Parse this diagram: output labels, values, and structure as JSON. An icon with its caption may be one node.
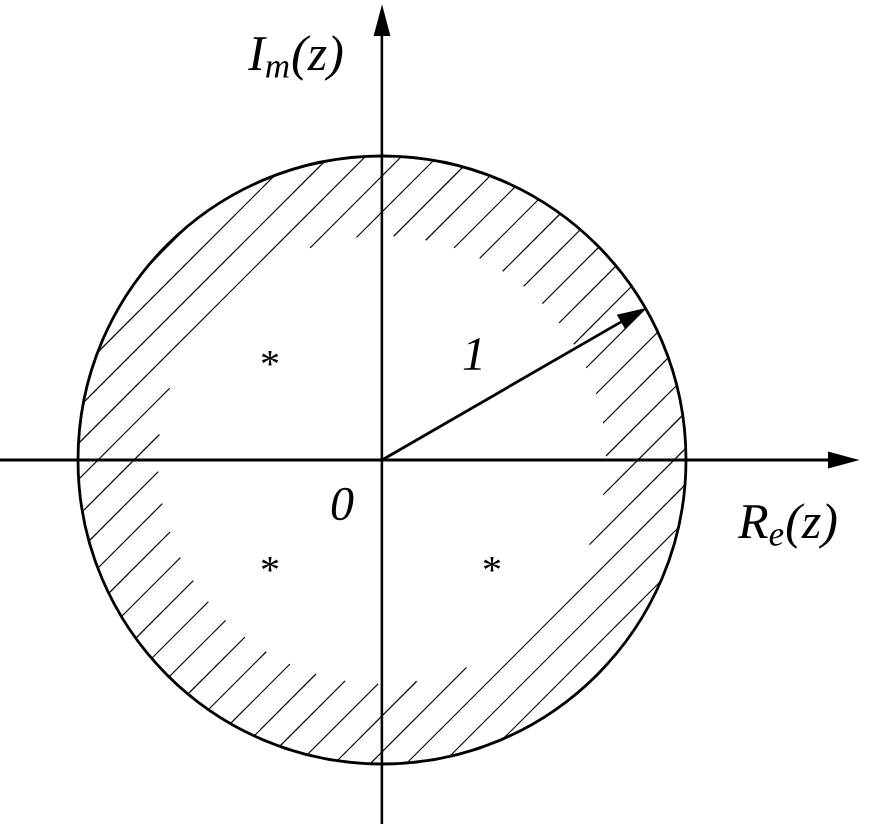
{
  "diagram": {
    "labels": [
      "I$_{m}$(z)",
      "1",
      "0",
      "R$_{e}$(z)",
      "*",
      "*",
      "*"
    ]
  }
}
